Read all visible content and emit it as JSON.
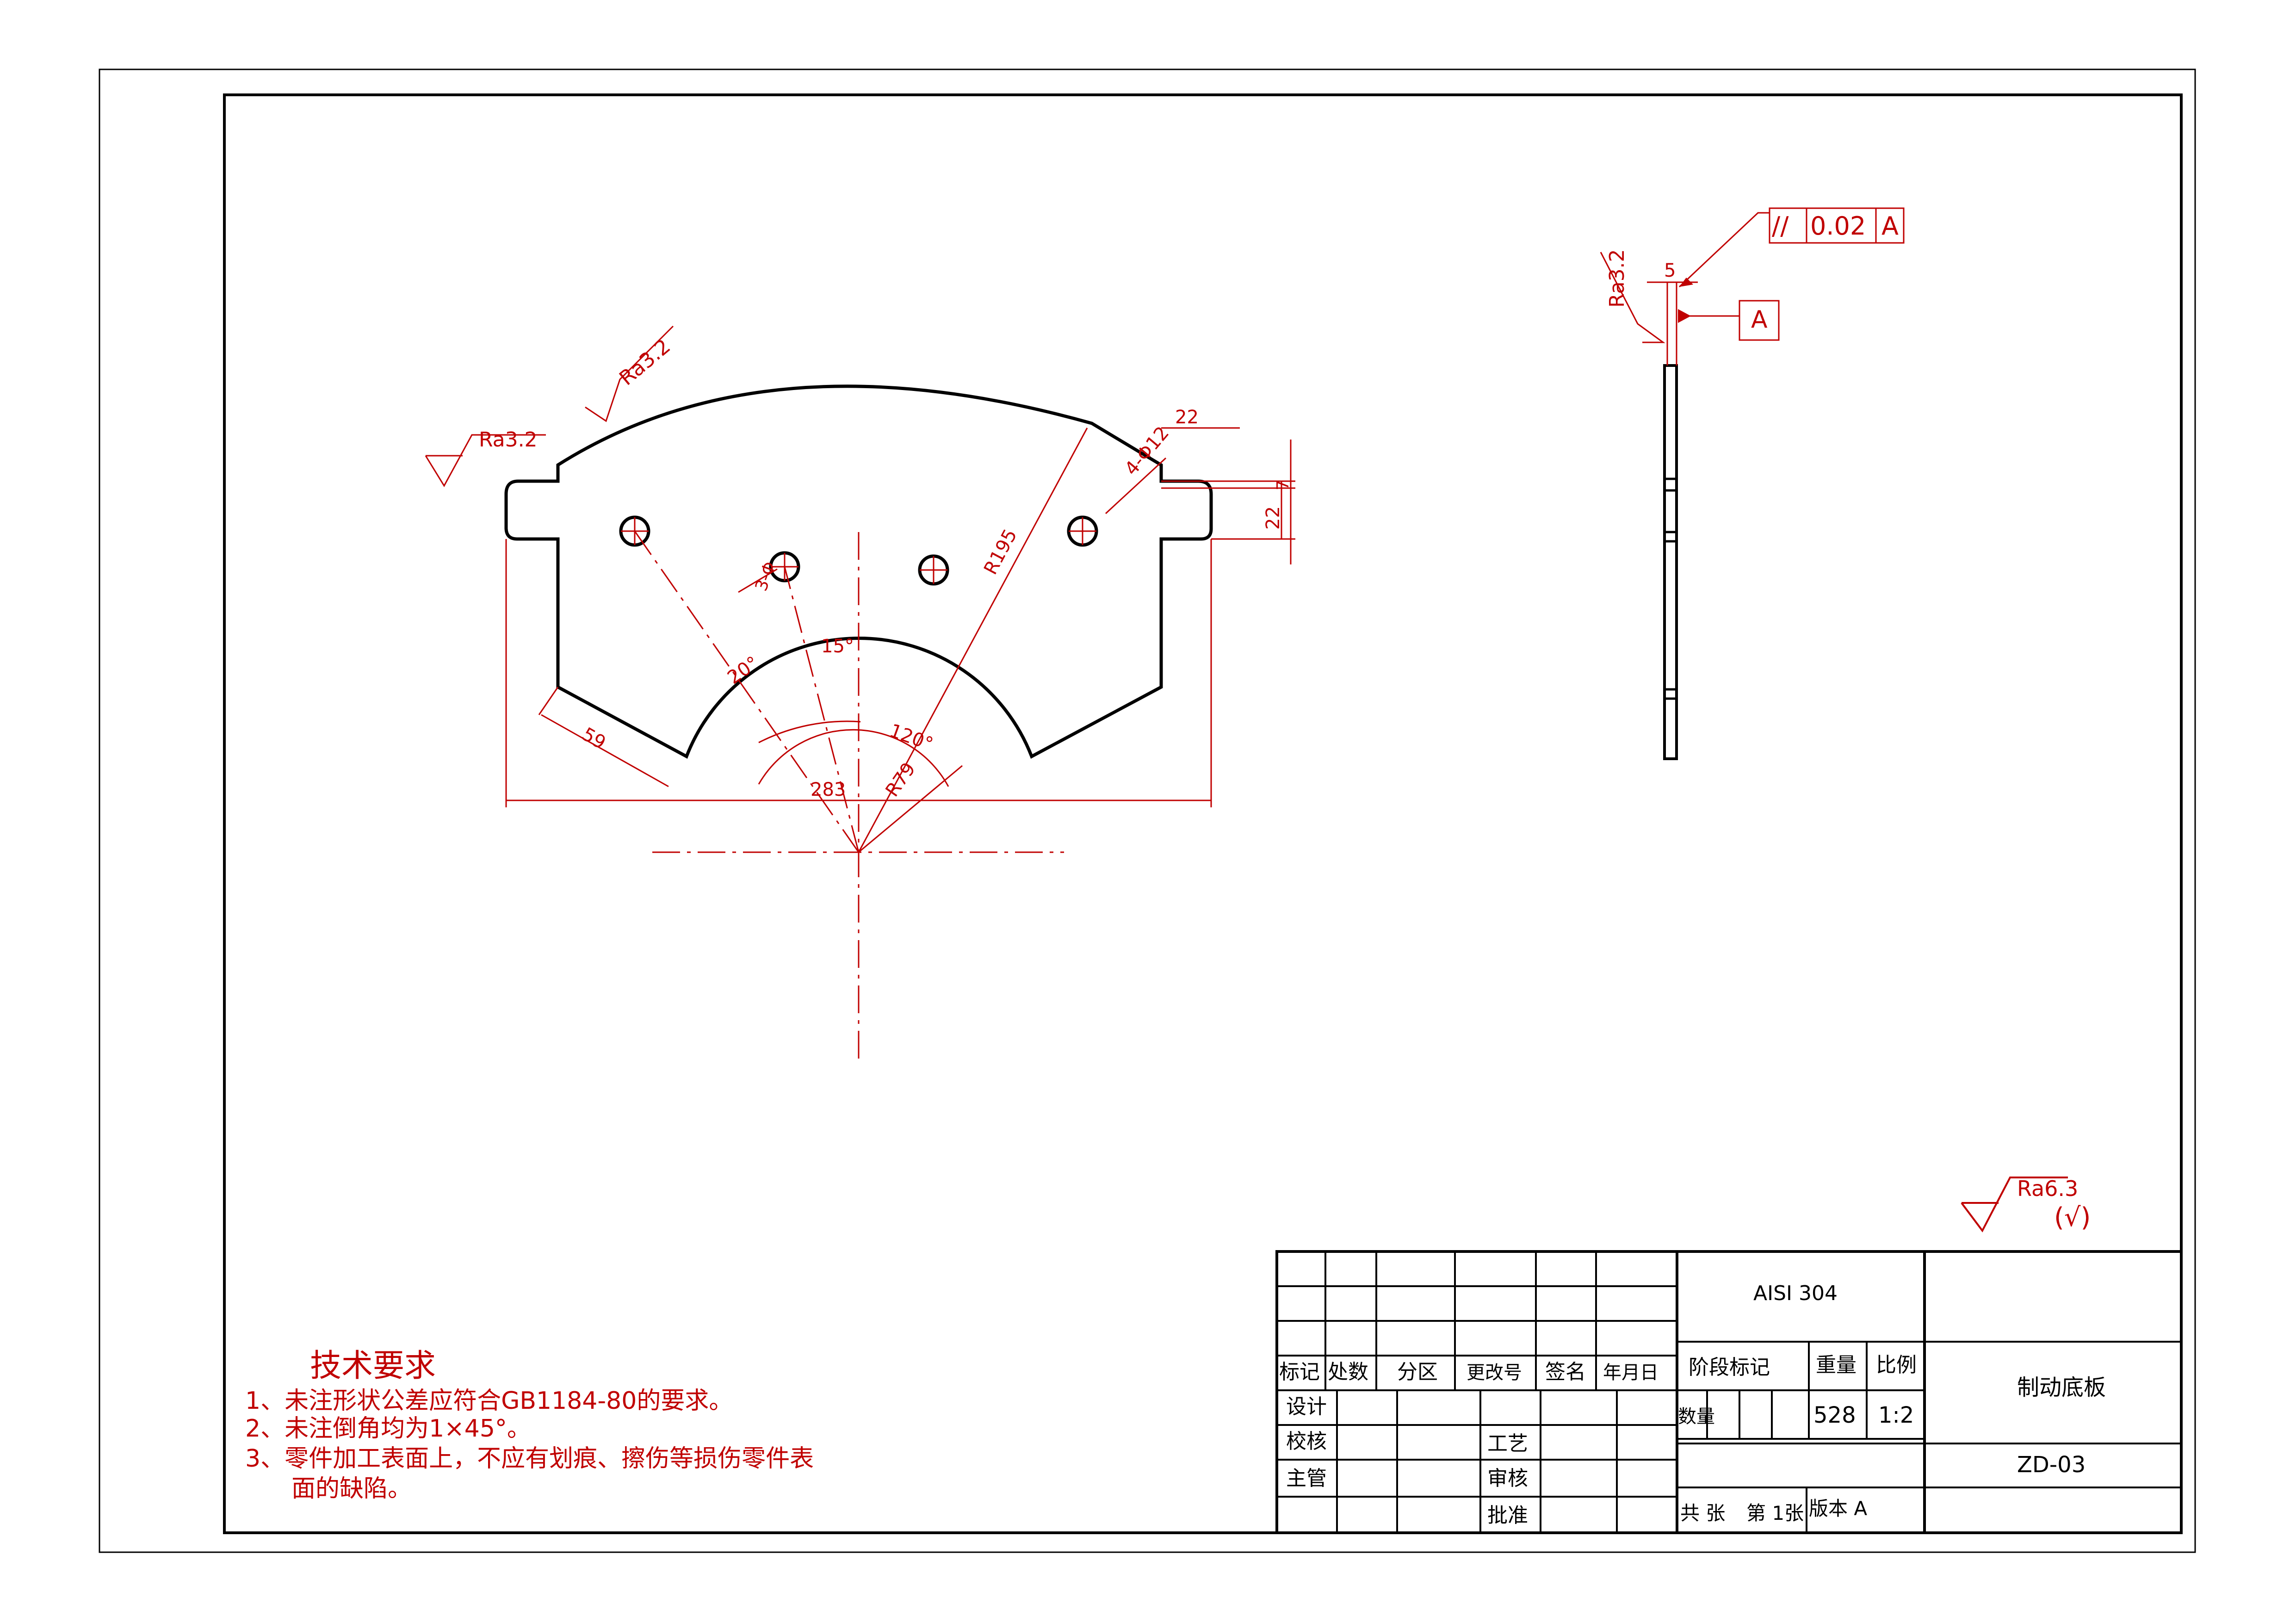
{
  "colors": {
    "outline": "#000000",
    "annotation": "#c00000",
    "background": "#ffffff"
  },
  "dims": {
    "r195": "R195",
    "r79": "R79",
    "d283": "283",
    "d59": "59",
    "a15": "15°",
    "a20": "20°",
    "a120": "120°",
    "top22": "22",
    "d7": "7",
    "side22": "22",
    "holes4": "4-Φ12",
    "hole_small": "3-Φ",
    "thick5": "5"
  },
  "roughness": {
    "left": "Ra3.2",
    "top": "Ra3.2",
    "side": "Ra3.2",
    "general": "Ra6.3",
    "general_paren": "(√)"
  },
  "tolerance": {
    "symbol": "//",
    "value": "0.02",
    "datum": "A",
    "datum_label": "A"
  },
  "tech": {
    "title": "技术要求",
    "line1": "1、未注形状公差应符合GB1184-80的要求。",
    "line2": "2、未注倒角均为1×45°。",
    "line3": "3、零件加工表面上，不应有划痕、擦伤等损伤零件表",
    "line4": "面的缺陷。"
  },
  "title_block": {
    "material": "AISI 304",
    "part_name": "制动底板",
    "drawing_no": "ZD-03",
    "h_mark": "标记",
    "h_count": "处数",
    "h_zone": "分区",
    "h_docno": "更改号",
    "h_sign": "签名",
    "h_date": "年月日",
    "design": "设计",
    "check": "校核",
    "manager": "主管",
    "process": "工艺",
    "review": "审核",
    "approve": "批准",
    "stage": "阶段标记",
    "weight_label": "重量",
    "scale_label": "比例",
    "qty_label": "数量",
    "weight": "528",
    "scale": "1:2",
    "sheets_total": "共 张",
    "sheet_no": "第 1张",
    "version": "版本 A"
  }
}
